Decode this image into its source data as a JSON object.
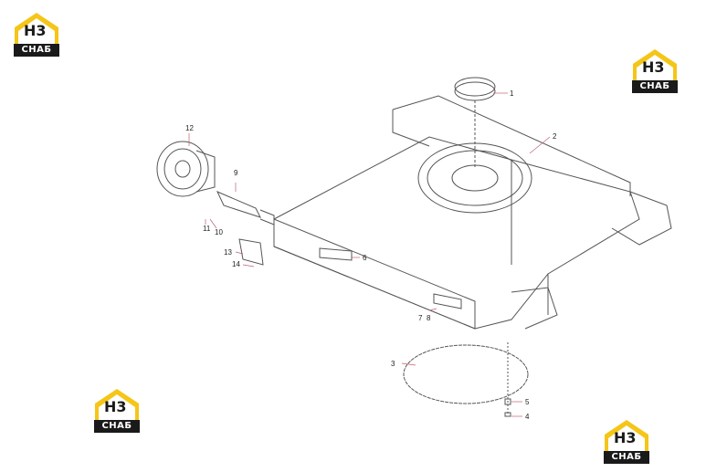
{
  "logo": {
    "mark": "H3",
    "caption": "СНАБ"
  },
  "callouts": [
    "1",
    "2",
    "3",
    "4",
    "5",
    "6",
    "7",
    "8",
    "9",
    "10",
    "11",
    "12",
    "13",
    "14"
  ],
  "colors": {
    "logo_yellow": "#f5c518",
    "logo_dark": "#1a1a1a",
    "line": "#555555",
    "leader": "#c06070"
  }
}
